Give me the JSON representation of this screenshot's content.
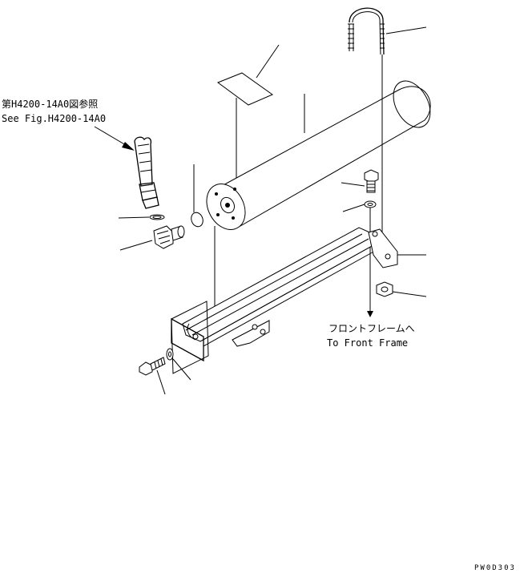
{
  "reference_note": {
    "japanese": "第H4200-14A0図参照",
    "english": "See Fig.H4200-14A0"
  },
  "direction_note": {
    "japanese": "フロントフレームへ",
    "english": "To Front Frame"
  },
  "drawing_code": "PW0D303",
  "colors": {
    "line": "#000000",
    "background": "#ffffff"
  }
}
